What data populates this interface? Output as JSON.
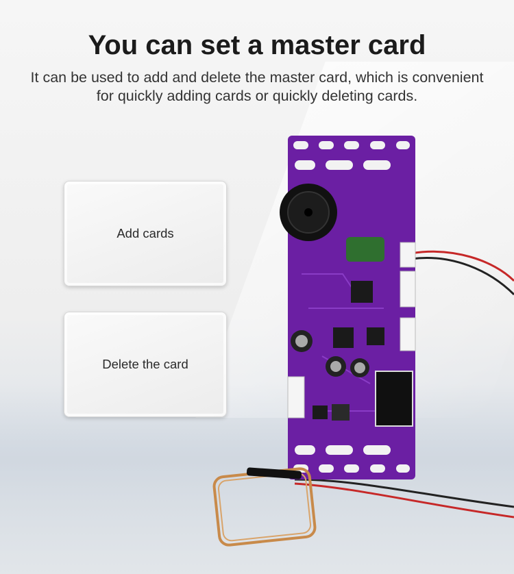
{
  "headline": "You can set a master card",
  "description": "It can be used to add and delete the master card, which is convenient for quickly adding cards or quickly deleting cards.",
  "cards": [
    {
      "label": "Add cards"
    },
    {
      "label": "Delete the card"
    }
  ],
  "colors": {
    "board": "#6b1fa3",
    "background": "#f2f2f2",
    "coil": "#c88a4a"
  }
}
